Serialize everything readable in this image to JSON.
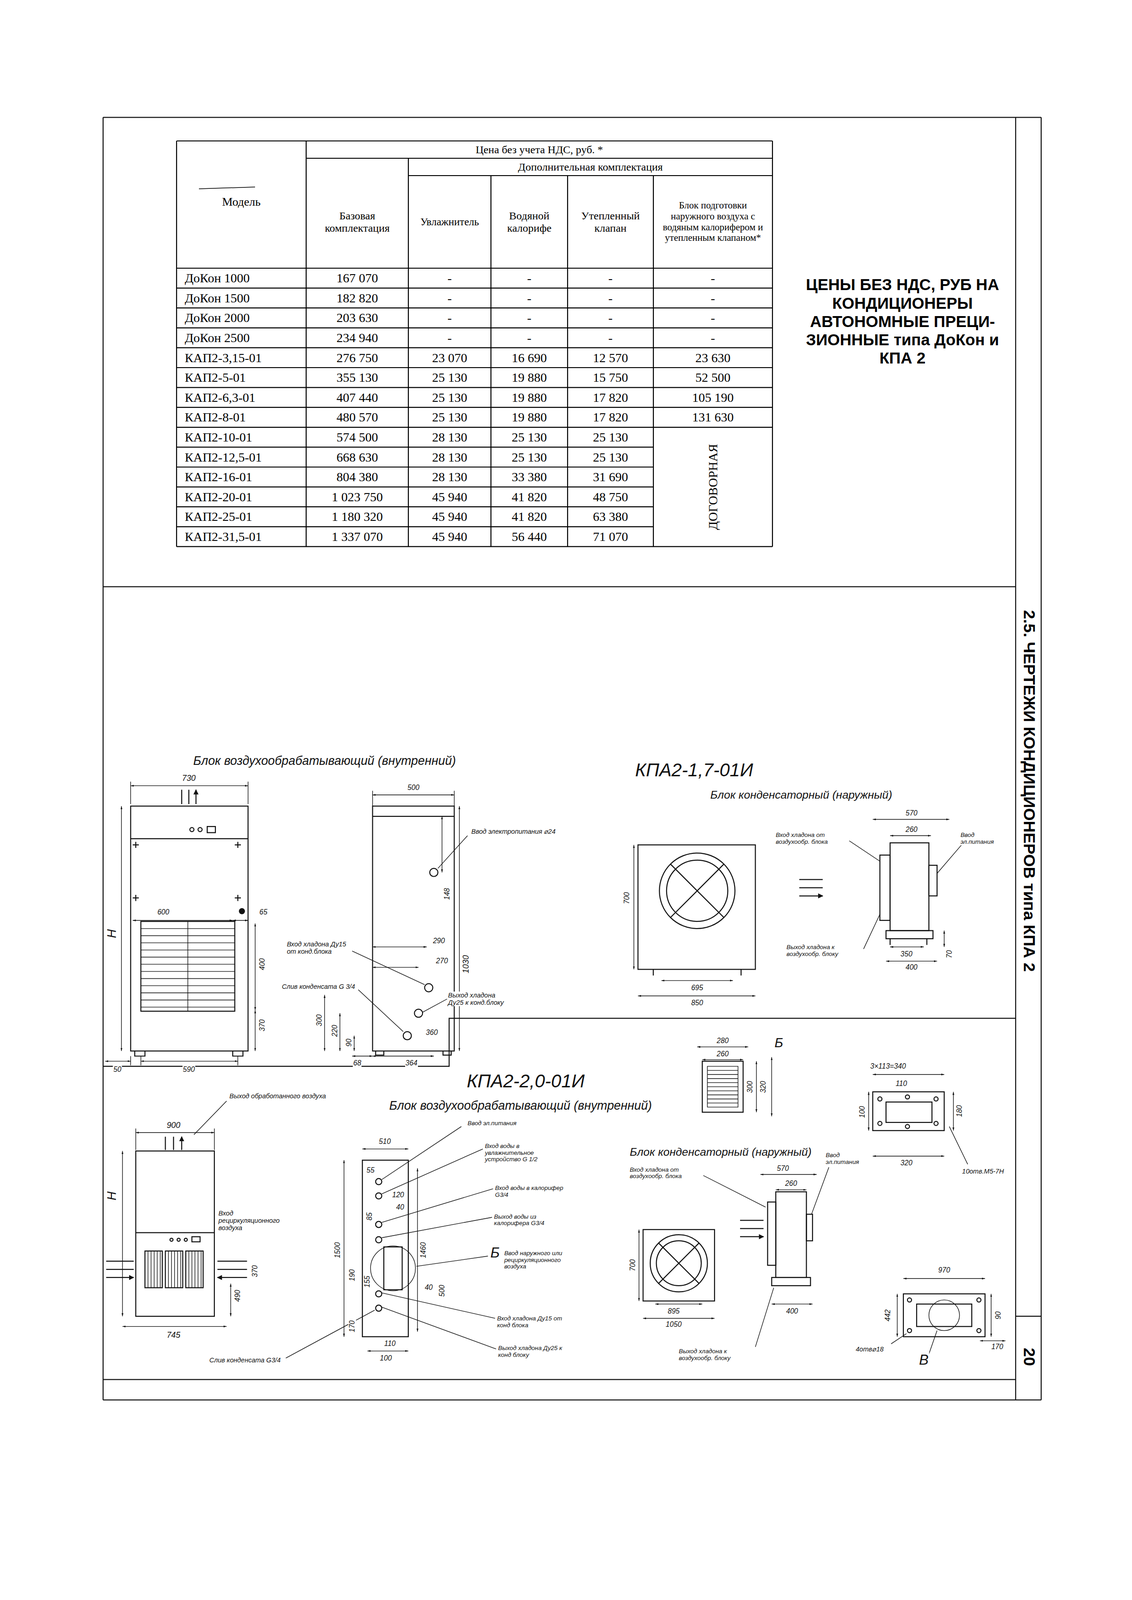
{
  "diagram": {
    "title": "ЦЕНЫ БЕЗ НДС, РУБ НА КОНДИЦИОНЕРЫ АВТОНОМНЫЕ ПРЕЦИ- ЗИОННЫЕ типа ДоКон и КПА 2",
    "labels": [
      "Цена без учета НДС, руб. *",
      "Дополнительная комплектация",
      "Модель",
      "Базовая комплектация",
      "Увлажнитель",
      "Водяной калорифе",
      "Утепленный клапан",
      "Блок подготовки наружного воздуха с водяным калорифером и утепленным клапаном*",
      "ДоКон 1000",
      "167 070",
      "-",
      "-",
      "-",
      "-",
      "ДоКон 1500",
      "182 820",
      "-",
      "-",
      "-",
      "-",
      "ДоКон 2000",
      "203 630",
      "-",
      "-",
      "-",
      "-",
      "ДоКон 2500",
      "234 940",
      "-",
      "-",
      "-",
      "-",
      "КАП2-3,15-01",
      "276 750",
      "23 070",
      "16 690",
      "12 570",
      "23 630",
      "КАП2-5-01",
      "355 130",
      "25 130",
      "19 880",
      "15 750",
      "52 500",
      "КАП2-6,3-01",
      "407 440",
      "25 130",
      "19 880",
      "17 820",
      "105 190",
      "КАП2-8-01",
      "480 570",
      "25 130",
      "19 880",
      "17 820",
      "131 630",
      "КАП2-10-01",
      "574 500",
      "28 130",
      "25 130",
      "25 130",
      "ДОГОВОРНАЯ",
      "КАП2-12,5-01",
      "668 630",
      "28 130",
      "25 130",
      "25 130",
      "КАП2-16-01",
      "804 380",
      "28 130",
      "33 380",
      "31 690",
      "КАП2-20-01",
      "1 023 750",
      "45 940",
      "41 820",
      "48 750",
      "КАП2-25-01",
      "1 180 320",
      "45 940",
      "41 820",
      "63 380",
      "КАП2-31,5-01",
      "1 337 070",
      "45 940",
      "56 440",
      "71 070",
      "Блок воздухообрабатывающий (внутренний)",
      "КПА2-1,7-01И",
      "Блок конденсаторный (наружный)",
      "730",
      "600",
      "65",
      "400",
      "370",
      "Н",
      "50",
      "590",
      "500",
      "Ввод электропитания ⌀24",
      "148",
      "Вход хладона Ду15 от конд.блока",
      "290",
      "270",
      "1030",
      "Слив конденсата G 3/4",
      "Выход хладона Ду25 к конд.блоку",
      "300",
      "220",
      "90",
      "360",
      "68",
      "364",
      "570",
      "260",
      "Вход хладона от воздухообр. блока",
      "Ввод эл.питания",
      "700",
      "Выход хладона к воздухообр. блоку",
      "350",
      "70",
      "695",
      "400",
      "850",
      "280",
      "260",
      "Б",
      "300",
      "320",
      "3×113=340",
      "110",
      "180",
      "100",
      "320",
      "10отв.М5-7Н",
      "КПА2-2,0-01И",
      "Блок воздухообрабатывающий (внутренний)",
      "Выход обработанного воздуха",
      "900",
      "Н",
      "Вход рециркуляционного воздуха",
      "370",
      "490",
      "745",
      "Слив конденсата G3/4",
      "510",
      "55",
      "120",
      "40",
      "85",
      "1500",
      "1460",
      "190",
      "155",
      "40",
      "500",
      "170",
      "110",
      "100",
      "Б",
      "Ввод эл.питания",
      "Вход воды в увлажнительное устройство G 1/2",
      "Вход воды в калорифер G3/4",
      "Выход воды из калорифера G3/4",
      "Ввод наружного или рециркуляционного воздуха",
      "Вход хладона Ду15 от конд блока",
      "Выход хладона Ду25 к конд блоку",
      "Блок конденсаторный (наружный)",
      "Вход хладона от воздухообр. блока",
      "570",
      "260",
      "Ввод эл.питания",
      "700",
      "895",
      "1050",
      "400",
      "Выход хладона к воздухообр. блоку",
      "970",
      "442",
      "90",
      "4отв⌀18",
      "170",
      "В",
      "2.5. ЧЕРТЕЖИ КОНДИЦИОНЕРОВ типа КПА 2",
      "20"
    ]
  }
}
